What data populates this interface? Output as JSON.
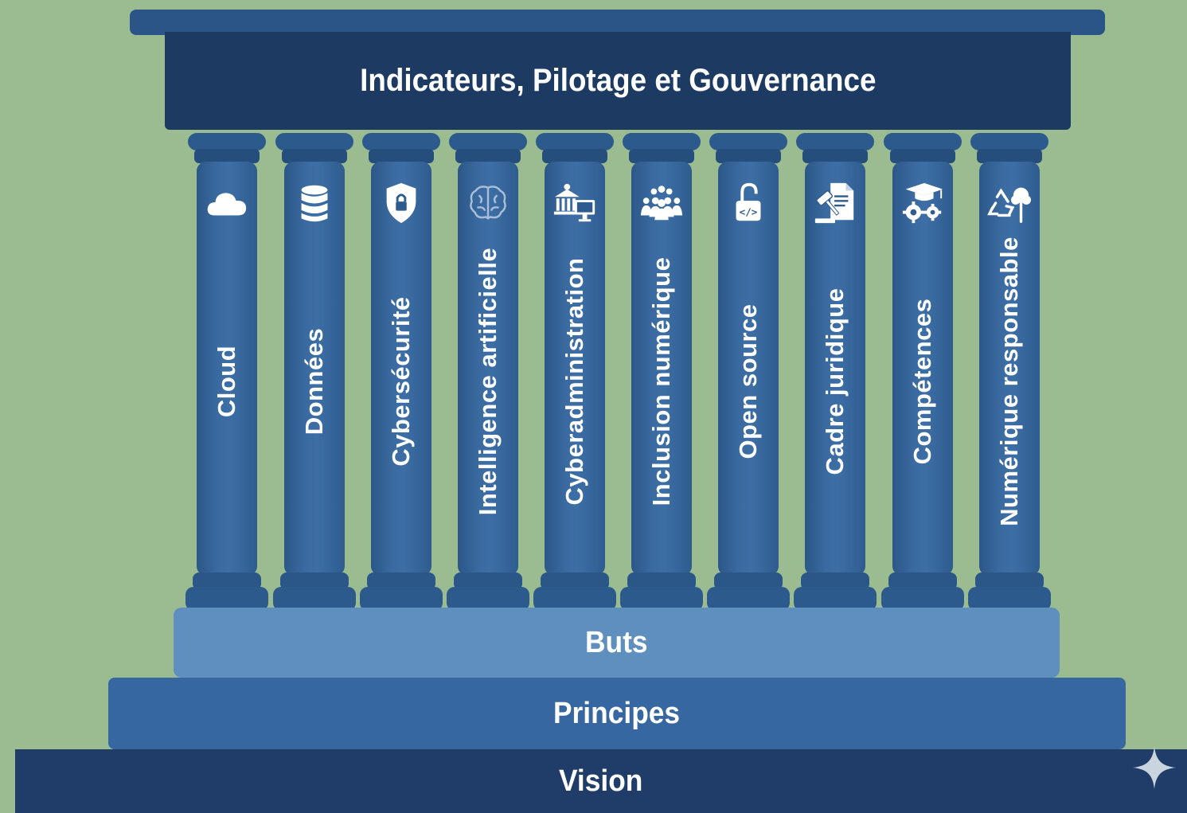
{
  "title": "Indicateurs, Pilotage et Gouvernance",
  "pillars": [
    {
      "label": "Cloud",
      "icon": "cloud-icon"
    },
    {
      "label": "Données",
      "icon": "database-icon"
    },
    {
      "label": "Cybersécurité",
      "icon": "shield-lock-icon"
    },
    {
      "label": "Intelligence artificielle",
      "icon": "brain-icon"
    },
    {
      "label": "Cyberadministration",
      "icon": "government-computer-icon"
    },
    {
      "label": "Inclusion numérique",
      "icon": "people-group-icon"
    },
    {
      "label": "Open source",
      "icon": "unlocked-code-icon"
    },
    {
      "label": "Cadre juridique",
      "icon": "gavel-document-icon"
    },
    {
      "label": "Compétences",
      "icon": "graduation-gears-icon"
    },
    {
      "label": "Numérique responsable",
      "icon": "recycle-tree-icon"
    }
  ],
  "levels": {
    "buts": "Buts",
    "principes": "Principes",
    "vision": "Vision"
  },
  "colors": {
    "background": "#9bbb90",
    "entablature": "#1d3a63",
    "column": "#3a6aa0",
    "buts": "#5e8fbf",
    "principes": "#3767a0",
    "vision": "#1f3d68"
  }
}
